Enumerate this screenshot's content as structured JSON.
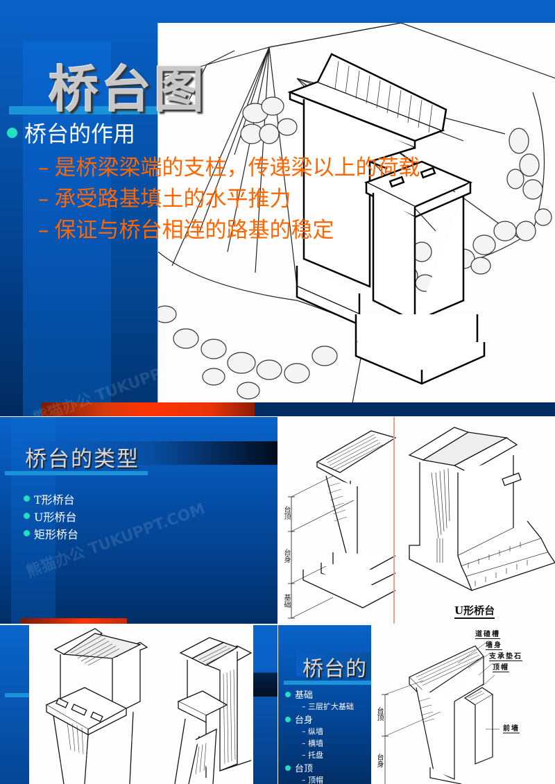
{
  "slides": [
    {
      "title": "桥台图",
      "bullet": "桥台的作用",
      "sub_bullets": [
        "是桥梁梁端的支柱，传递梁以上的荷载",
        "承受路基填土的水平推力",
        "保证与桥台相连的路基的稳定"
      ],
      "dash": "–",
      "image": "bridge-abutment-isometric-drawing"
    },
    {
      "title": "桥台的类型",
      "items": [
        "T形桥台",
        "U形桥台",
        "矩形桥台"
      ],
      "figure_caption": "U形桥台",
      "dimension_labels": [
        "台顶",
        "台身",
        "基础"
      ]
    },
    {
      "image": "two-abutment-drawings"
    },
    {
      "title": "桥台的",
      "outline": [
        {
          "label": "基础",
          "children": [
            "三层扩大基础"
          ]
        },
        {
          "label": "台身",
          "children": [
            "纵墙",
            "横墙",
            "托盘"
          ]
        },
        {
          "label": "台顶",
          "children": [
            "顶帽"
          ]
        }
      ],
      "callouts": [
        "道碴槽",
        "墙身",
        "支承垫石",
        "顶帽",
        "前墙"
      ],
      "dimension_labels": [
        "台顶",
        "台身"
      ]
    }
  ],
  "watermark": "熊猫办公 TUKUPPT.COM",
  "colors": {
    "background_blue": "#0553b0",
    "accent_cyan": "#1a93d8",
    "bullet_dot": "#22e0c0",
    "sub_text_orange": "#ff6600",
    "red_bar": "#ff3300"
  }
}
